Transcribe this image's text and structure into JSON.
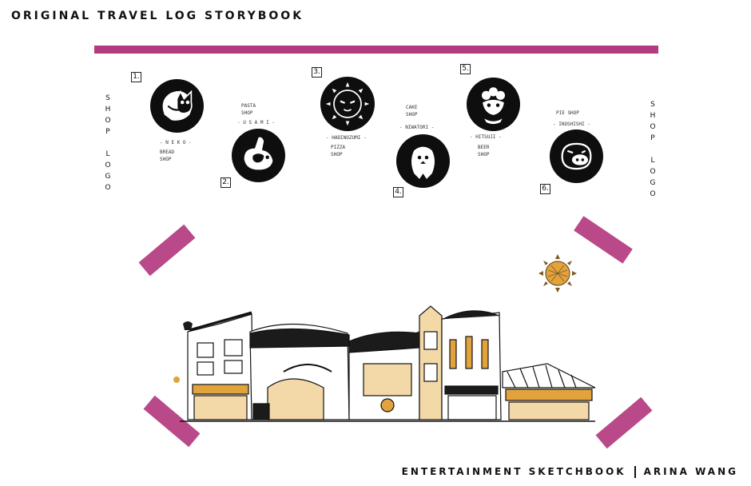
{
  "header": {
    "title": "ORIGINAL TRAVEL LOG STORYBOOK"
  },
  "footer": {
    "left": "ENTERTAINMENT SKETCHBOOK",
    "right": "ARINA WANG"
  },
  "side_labels": {
    "left": [
      "S",
      "H",
      "O",
      "P",
      "",
      "L",
      "O",
      "G",
      "O"
    ],
    "right": [
      "S",
      "H",
      "O",
      "P",
      "",
      "L",
      "O",
      "G",
      "O"
    ]
  },
  "logos": [
    {
      "number": "1.",
      "name": "- N E K O -",
      "caption": "BREAD\nSHOP",
      "icon": "cat-icon"
    },
    {
      "number": "2.",
      "name": "- U S A M I -",
      "caption": "PASTA\nSHOP",
      "icon": "rabbit-icon"
    },
    {
      "number": "3.",
      "name": "- HADINOZUMI -",
      "caption": "PIZZA\nSHOP",
      "icon": "sun-face-icon"
    },
    {
      "number": "4.",
      "name": "- NIWATORI -",
      "caption": "CAKE\nSHOP",
      "icon": "chicken-icon"
    },
    {
      "number": "5.",
      "name": "- HITSUJI -",
      "caption": "BEER\nSHOP",
      "icon": "sheep-icon"
    },
    {
      "number": "6.",
      "name": "- INOSHISHI -",
      "caption": "PIE SHOP",
      "icon": "boar-icon"
    }
  ],
  "colors": {
    "accent_tape": "#b33a7e",
    "sketch_ochre": "#e3a33c",
    "ink": "#111111"
  }
}
